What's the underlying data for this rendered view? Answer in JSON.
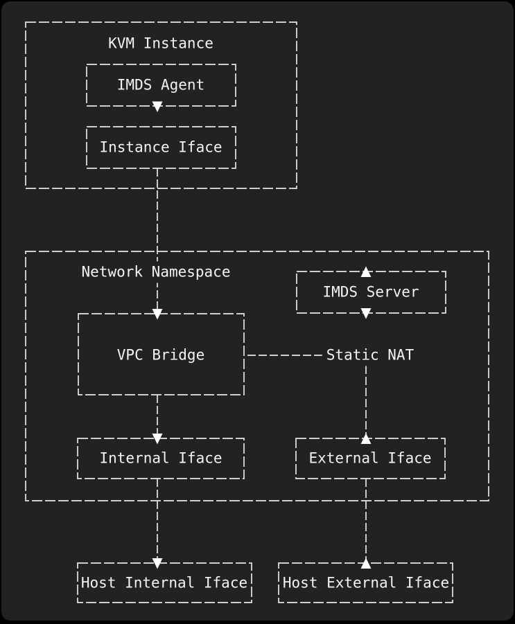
{
  "theme": {
    "bg": "#222222",
    "outer": "#000000",
    "line": "#e8e8e8",
    "text": "#f4f4f4",
    "arrow": "#ffffff"
  },
  "diagram": {
    "type": "flowchart",
    "nodes": {
      "kvm_instance": {
        "label": "KVM Instance",
        "kind": "container"
      },
      "imds_agent": {
        "label": "IMDS Agent",
        "kind": "box",
        "parent": "kvm_instance"
      },
      "instance_iface": {
        "label": "Instance Iface",
        "kind": "box",
        "parent": "kvm_instance"
      },
      "network_namespace": {
        "label": "Network Namespace",
        "kind": "container"
      },
      "imds_server": {
        "label": "IMDS Server",
        "kind": "box",
        "parent": "network_namespace"
      },
      "vpc_bridge": {
        "label": "VPC Bridge",
        "kind": "box",
        "parent": "network_namespace"
      },
      "static_nat": {
        "label": "Static NAT",
        "kind": "text",
        "parent": "network_namespace"
      },
      "internal_iface": {
        "label": "Internal Iface",
        "kind": "box",
        "parent": "network_namespace"
      },
      "external_iface": {
        "label": "External Iface",
        "kind": "box",
        "parent": "network_namespace"
      },
      "host_internal_iface": {
        "label": "Host Internal Iface",
        "kind": "box"
      },
      "host_external_iface": {
        "label": "Host External Iface",
        "kind": "box"
      }
    },
    "edges": [
      {
        "from": "imds_agent",
        "to": "instance_iface",
        "arrow": "down"
      },
      {
        "from": "instance_iface",
        "to": "vpc_bridge",
        "arrow": "down"
      },
      {
        "from": "vpc_bridge",
        "to": "internal_iface",
        "arrow": "down"
      },
      {
        "from": "internal_iface",
        "to": "host_internal_iface",
        "arrow": "down"
      },
      {
        "from": "vpc_bridge",
        "to": "static_nat",
        "arrow": "none"
      },
      {
        "from": "static_nat",
        "to": "external_iface",
        "arrow": "up-into-external"
      },
      {
        "from": "external_iface",
        "to": "host_external_iface",
        "arrow": "up-into-host"
      },
      {
        "from": "imds_server",
        "to": "network_namespace",
        "arrow": "up-out-of-top"
      },
      {
        "from": "imds_server",
        "to": "static_nat",
        "arrow": "down-out-of-bottom"
      }
    ]
  }
}
